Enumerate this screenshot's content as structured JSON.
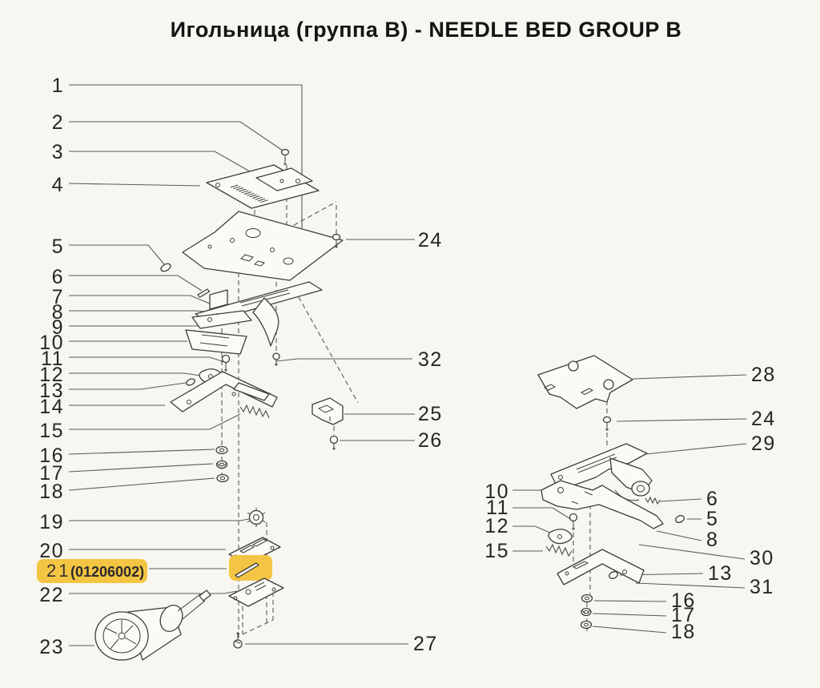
{
  "title": "Игольница (группа B) - NEEDLE BED GROUP B",
  "colors": {
    "background": "#f7f6f1",
    "line": "#3d3d3d",
    "leader": "#5a5a5a",
    "highlight": "#f3c542",
    "text": "#262626"
  },
  "highlighted_part": {
    "number": "21",
    "code": "(01206002)"
  },
  "callouts": {
    "left_view": {
      "left": [
        "1",
        "2",
        "3",
        "4",
        "5",
        "6",
        "7",
        "8",
        "9",
        "10",
        "11",
        "12",
        "13",
        "14",
        "15",
        "16",
        "17",
        "18",
        "19",
        "20",
        "22",
        "23"
      ],
      "right": [
        "24",
        "32",
        "25",
        "26",
        "27"
      ]
    },
    "right_view": {
      "left": [
        "10",
        "11",
        "12",
        "15"
      ],
      "right": [
        "28",
        "24",
        "29",
        "6",
        "5",
        "8",
        "30",
        "13",
        "31",
        "16",
        "17",
        "18"
      ]
    }
  }
}
